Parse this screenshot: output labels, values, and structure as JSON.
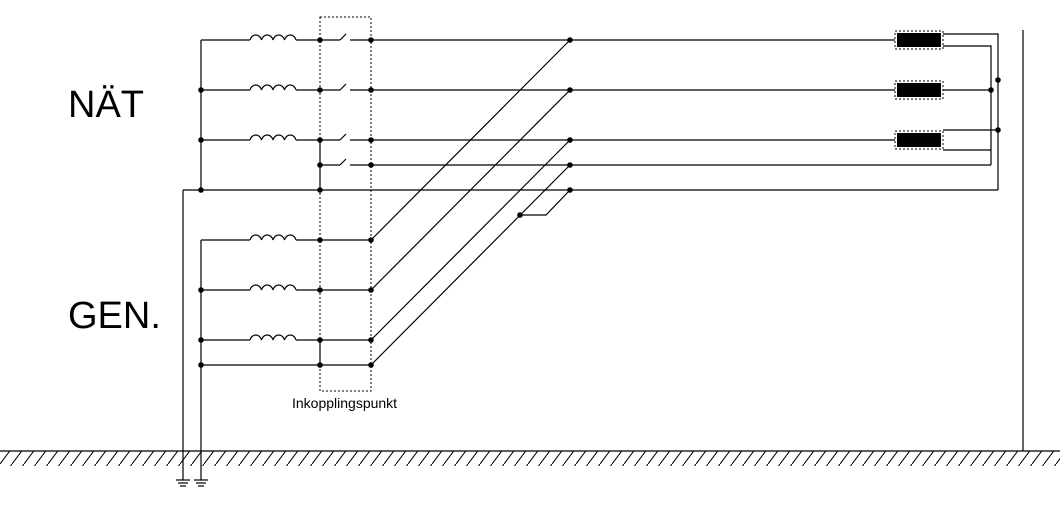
{
  "labels": {
    "net": "NÄT",
    "generator": "GEN.",
    "coupling_point": "Inkopplingspunkt"
  },
  "colors": {
    "line": "#000000",
    "background": "#ffffff",
    "resistor_fill": "#000000"
  }
}
